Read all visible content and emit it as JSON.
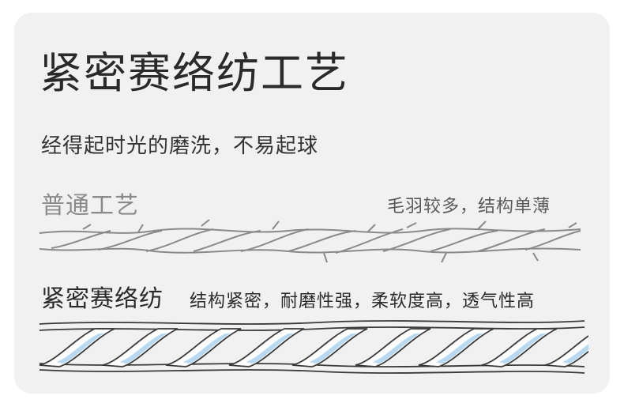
{
  "title": "紧密赛络纺工艺",
  "subtitle": "经得起时光的磨洗，不易起球",
  "normal": {
    "label": "普通工艺",
    "note": "毛羽较多，结构单薄"
  },
  "tight": {
    "label": "紧密赛络纺",
    "note": "结构紧密，耐磨性强，柔软度高，透气性高"
  },
  "colors": {
    "card": "#f1f1f1",
    "title": "#2a2a2a",
    "muted": "#8a8a8a",
    "strand_fill": "#ffffff",
    "accent": "#b9d9f0"
  }
}
